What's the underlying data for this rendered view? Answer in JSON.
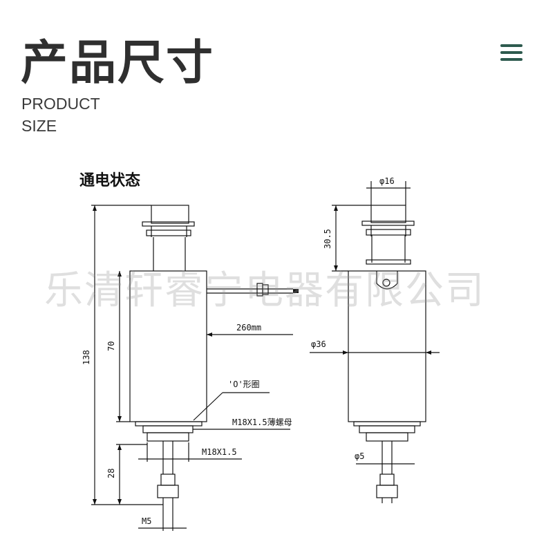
{
  "header": {
    "title_cn": "产品尺寸",
    "title_en_line1": "PRODUCT",
    "title_en_line2": "SIZE"
  },
  "menu": {
    "icon": "hamburger-menu-icon"
  },
  "drawing": {
    "section_label": "通电状态",
    "labels": {
      "d16": "φ16",
      "d30_5": "30.5",
      "d260": "260mm",
      "d36": "φ36",
      "d138": "138",
      "d70": "70",
      "o_ring": "'O'形圈",
      "thin_nut": "M18X1.5薄螺母",
      "thread": "M18X1.5",
      "d5": "φ5",
      "d28": "28",
      "m5": "M5"
    }
  },
  "watermark": "乐清轩睿宁电器有限公司",
  "colors": {
    "title": "#2f2f2f",
    "menu_icon": "#2d5a4e",
    "line": "#111111"
  }
}
